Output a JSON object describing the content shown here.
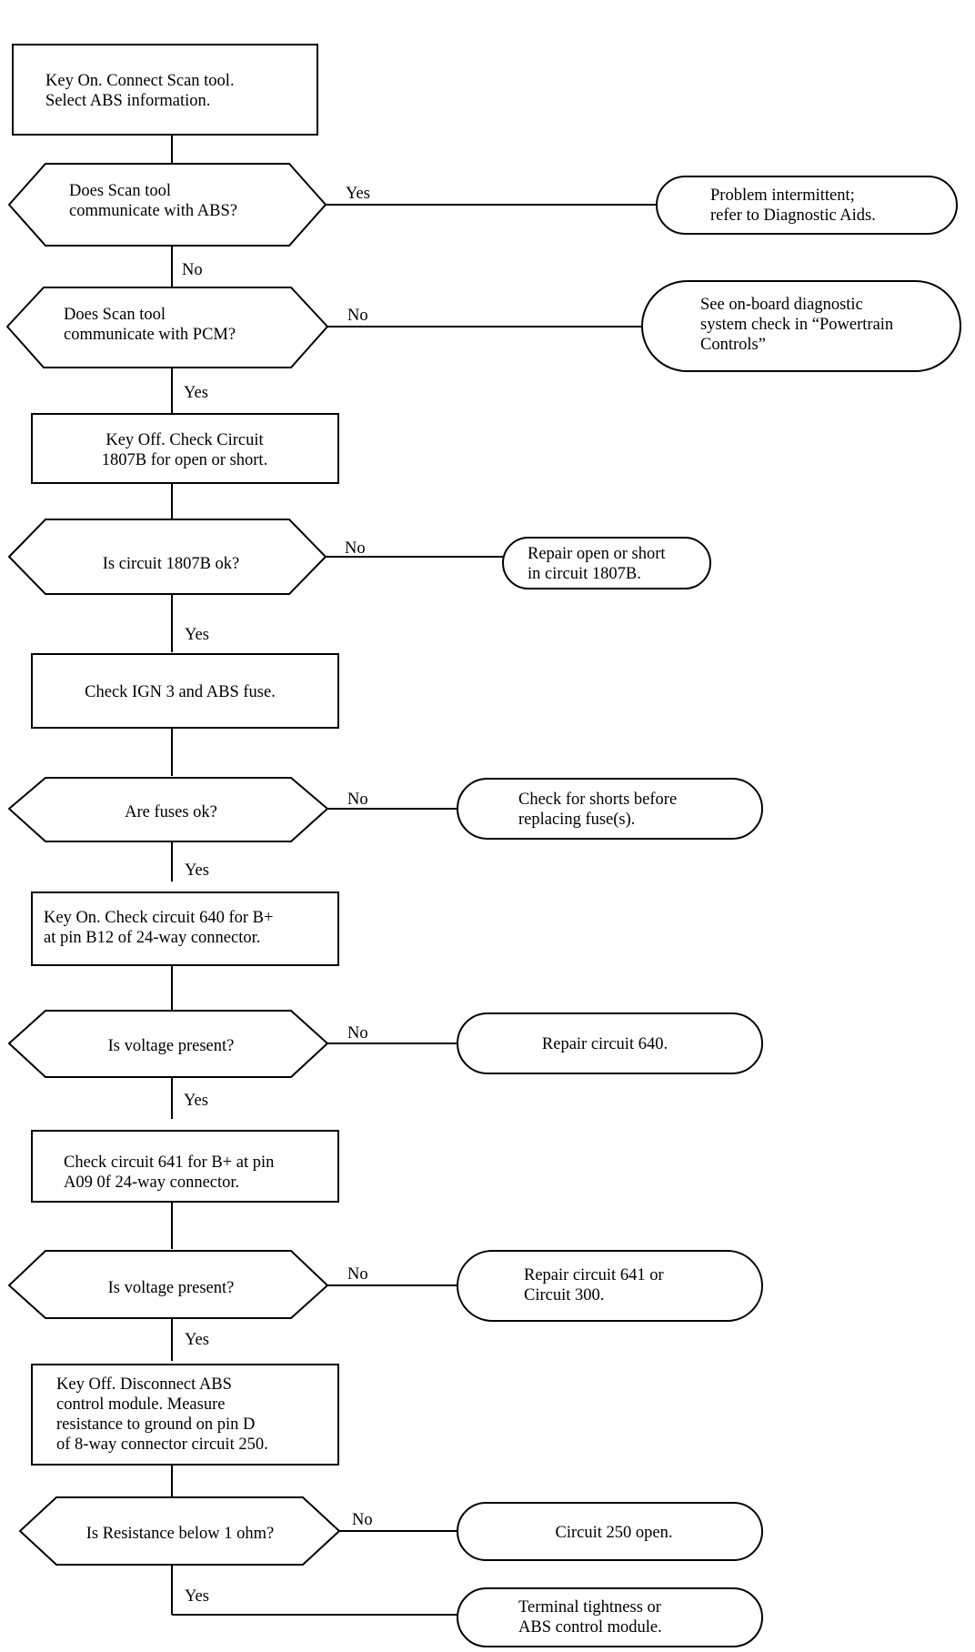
{
  "flowchart": {
    "steps": {
      "s1": [
        "Key On.  Connect Scan tool.",
        "Select ABS information."
      ],
      "s2": [
        "Key Off.  Check Circuit",
        "1807B for open or short."
      ],
      "s3": [
        "Check IGN 3 and ABS fuse."
      ],
      "s4": [
        "Key On.  Check circuit 640 for B+",
        "at pin B12 of 24-way connector."
      ],
      "s5": [
        "Check circuit 641 for B+ at pin",
        "A09 0f 24-way connector."
      ],
      "s6": [
        "Key Off.  Disconnect ABS",
        "control module.  Measure",
        "resistance to ground on pin D",
        "of 8-way connector circuit 250."
      ]
    },
    "decisions": {
      "d1": [
        "Does Scan tool",
        "communicate with ABS?"
      ],
      "d2": [
        "Does Scan tool",
        "communicate with PCM?"
      ],
      "d3": [
        "Is circuit 1807B ok?"
      ],
      "d4": [
        "Are fuses ok?"
      ],
      "d5": [
        "Is voltage present?"
      ],
      "d6": [
        "Is voltage present?"
      ],
      "d7": [
        "Is Resistance below 1 ohm?"
      ]
    },
    "terminals": {
      "t1": [
        "Problem intermittent;",
        "refer to Diagnostic Aids."
      ],
      "t2": [
        "See on-board diagnostic",
        "system check in “Powertrain",
        "Controls”"
      ],
      "t3": [
        "Repair open or short",
        "in circuit 1807B."
      ],
      "t4": [
        "Check for shorts before",
        "replacing fuse(s)."
      ],
      "t5": [
        "Repair circuit 640."
      ],
      "t6": [
        "Repair circuit 641 or",
        "Circuit 300."
      ],
      "t7": [
        "Circuit 250 open."
      ],
      "t8": [
        "Terminal tightness or",
        "ABS control module."
      ]
    },
    "labels": {
      "d1_side": "Yes",
      "d1_down": "No",
      "d2_side": "No",
      "d2_down": "Yes",
      "d3_side": "No",
      "d3_down": "Yes",
      "d4_side": "No",
      "d4_down": "Yes",
      "d5_side": "No",
      "d5_down": "Yes",
      "d6_side": "No",
      "d6_down": "Yes",
      "d7_side": "No",
      "d7_down": "Yes"
    }
  }
}
